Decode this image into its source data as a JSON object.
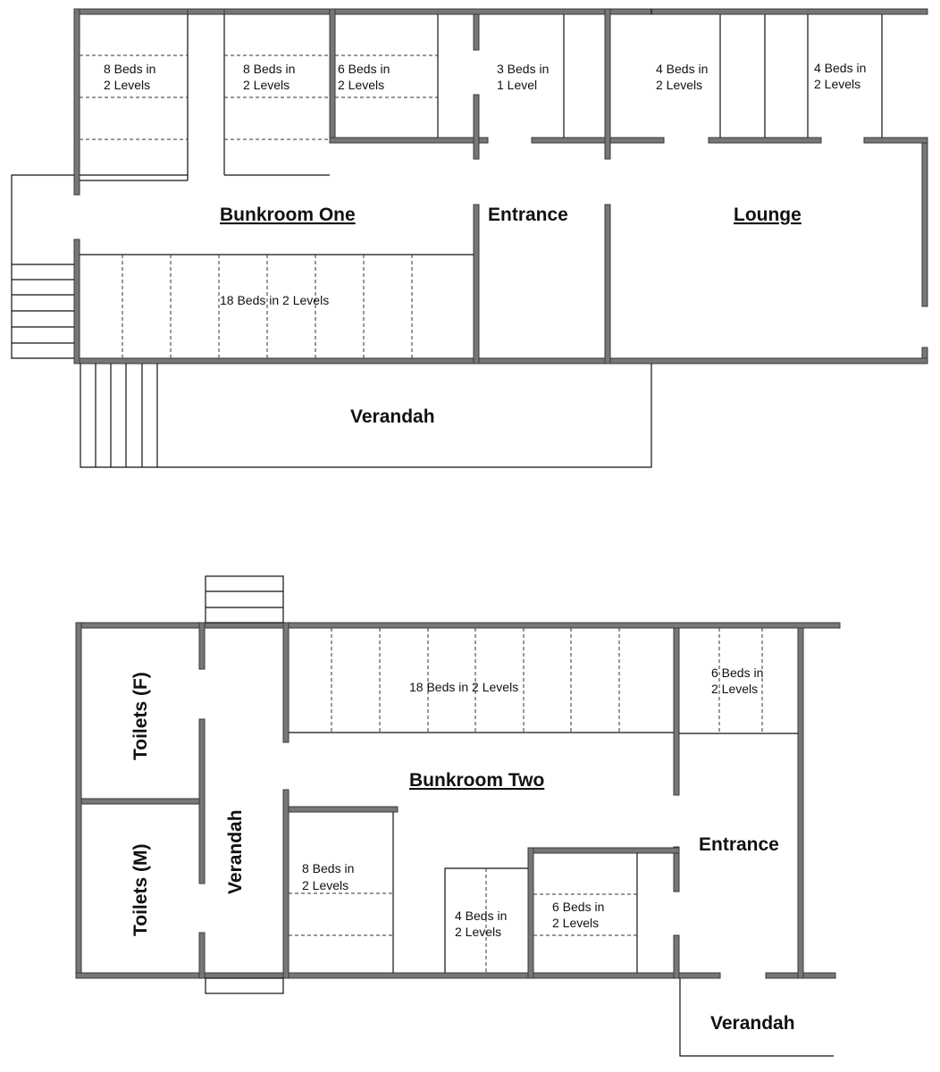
{
  "plan_one": {
    "room_bunkroom": "Bunkroom One",
    "room_entrance": "Entrance",
    "room_lounge": "Lounge",
    "room_verandah": "Verandah",
    "beds": [
      {
        "line1": "8 Beds in",
        "line2": "2 Levels"
      },
      {
        "line1": "8 Beds in",
        "line2": "2 Levels"
      },
      {
        "line1": "6 Beds in",
        "line2": "2 Levels"
      },
      {
        "line1": "3 Beds in",
        "line2": "1 Level"
      },
      {
        "line1": "4 Beds in",
        "line2": "2 Levels"
      },
      {
        "line1": "4 Beds in",
        "line2": "2 Levels"
      }
    ],
    "beds_long": "18 Beds in 2 Levels"
  },
  "plan_two": {
    "room_bunkroom": "Bunkroom Two",
    "room_entrance": "Entrance",
    "room_verandah_side": "Verandah",
    "room_verandah_bottom": "Verandah",
    "toilets_f": "Toilets (F)",
    "toilets_m": "Toilets (M)",
    "beds_long": "18 Beds in 2 Levels",
    "beds": [
      {
        "line1": "6 Beds in",
        "line2": "2 Levels"
      },
      {
        "line1": "8 Beds in",
        "line2": "2 Levels"
      },
      {
        "line1": "4 Beds in",
        "line2": "2 Levels"
      },
      {
        "line1": "6 Beds in",
        "line2": "2 Levels"
      }
    ]
  }
}
